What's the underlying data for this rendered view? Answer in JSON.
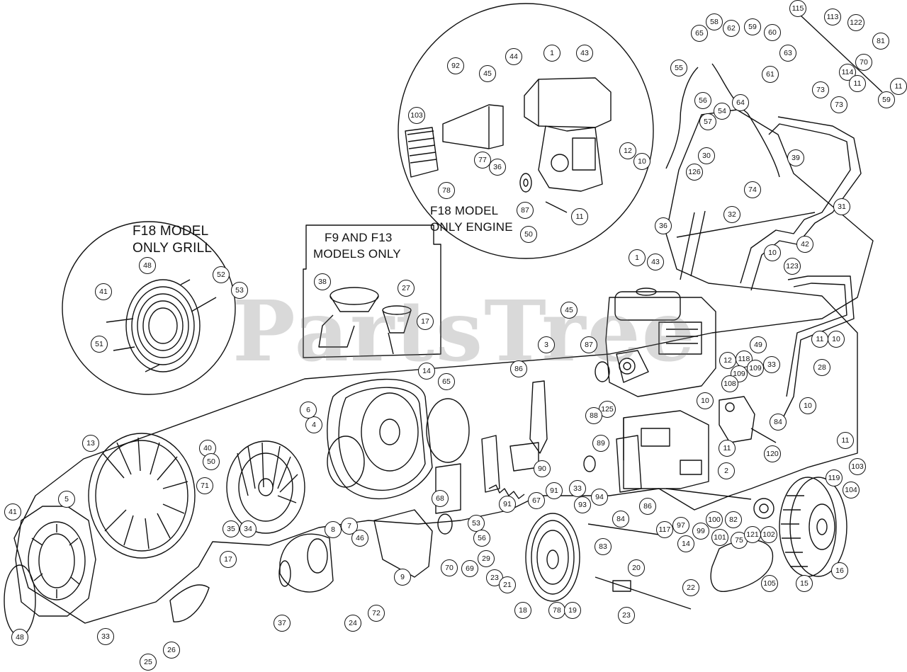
{
  "watermark": "PartsTree",
  "captions": {
    "f18_grill_1": "F18 MODEL",
    "f18_grill_2": "ONLY GRILL",
    "f9_f13_1": "F9 AND F13",
    "f9_f13_2": "MODELS ONLY",
    "f18_engine_1": "F18 MODEL",
    "f18_engine_2": "ONLY ENGINE"
  },
  "callouts": [
    "115",
    "113",
    "122",
    "81",
    "70",
    "114",
    "11",
    "11",
    "59",
    "58",
    "62",
    "59",
    "60",
    "65",
    "55",
    "63",
    "61",
    "56",
    "54",
    "64",
    "57",
    "73",
    "73",
    "44",
    "43",
    "1",
    "92",
    "45",
    "103",
    "77",
    "78",
    "36",
    "12",
    "10",
    "87",
    "11",
    "50",
    "30",
    "126",
    "39",
    "74",
    "32",
    "31",
    "36",
    "42",
    "43",
    "1",
    "10",
    "123",
    "45",
    "87",
    "3",
    "49",
    "11",
    "10",
    "12",
    "118",
    "109",
    "109",
    "33",
    "28",
    "108",
    "86",
    "14",
    "65",
    "125",
    "88",
    "10",
    "11",
    "84",
    "10",
    "11",
    "89",
    "120",
    "103",
    "2",
    "119",
    "104",
    "93",
    "94",
    "33",
    "91",
    "90",
    "84",
    "86",
    "117",
    "97",
    "14",
    "99",
    "100",
    "101",
    "82",
    "75",
    "121",
    "102",
    "105",
    "15",
    "16",
    "52",
    "53",
    "41",
    "48",
    "51",
    "38",
    "27",
    "17",
    "13",
    "40",
    "50",
    "71",
    "35",
    "34",
    "5",
    "41",
    "4",
    "6",
    "8",
    "7",
    "68",
    "67",
    "91",
    "53",
    "56",
    "70",
    "69",
    "29",
    "23",
    "21",
    "46",
    "9",
    "17",
    "18",
    "78",
    "19",
    "20",
    "23",
    "22",
    "83",
    "37",
    "72",
    "24",
    "48",
    "33",
    "25",
    "26"
  ]
}
